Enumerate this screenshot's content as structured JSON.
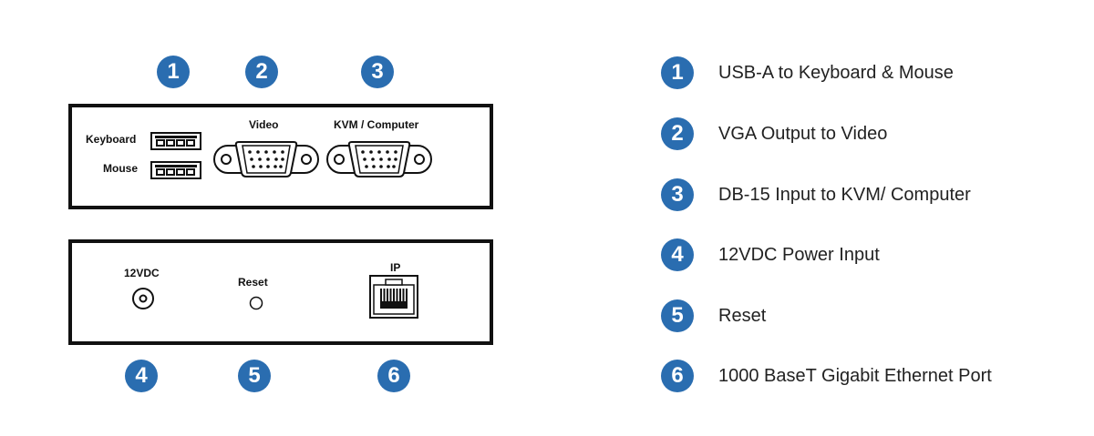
{
  "colors": {
    "badge": "#2a6db0",
    "panel_border": "#111111",
    "text": "#222222"
  },
  "front_panel": {
    "keyboard_label": "Keyboard",
    "mouse_label": "Mouse",
    "video_label": "Video",
    "kvm_label": "KVM / Computer"
  },
  "back_panel": {
    "power_label": "12VDC",
    "reset_label": "Reset",
    "ip_label": "IP"
  },
  "callouts": {
    "top": [
      "1",
      "2",
      "3"
    ],
    "bottom": [
      "4",
      "5",
      "6"
    ]
  },
  "legend": [
    {
      "number": "1",
      "text": "USB-A to Keyboard & Mouse"
    },
    {
      "number": "2",
      "text": "VGA Output to Video"
    },
    {
      "number": "3",
      "text": "DB-15 Input to KVM/ Computer"
    },
    {
      "number": "4",
      "text": "12VDC Power Input"
    },
    {
      "number": "5",
      "text": "Reset"
    },
    {
      "number": "6",
      "text": "1000 BaseT Gigabit Ethernet Port"
    }
  ]
}
